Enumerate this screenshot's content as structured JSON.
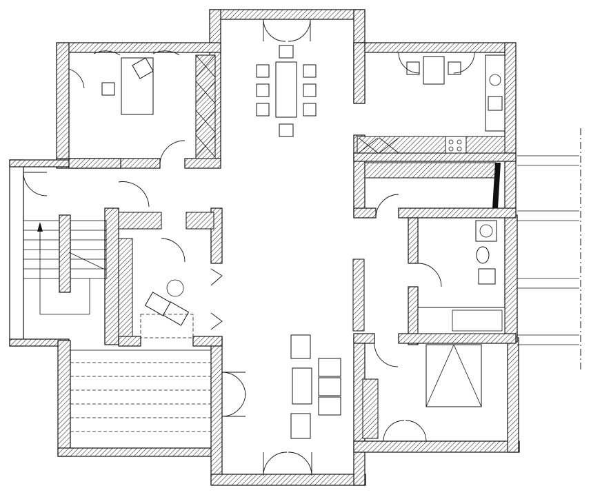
{
  "drawing": {
    "type": "architectural-floor-plan",
    "line_color": "#111111",
    "background": "#ffffff",
    "wall_fill": "diagonal-hatch"
  },
  "rooms": [
    {
      "id": "room-northwest",
      "kind": "bedroom-with-desk"
    },
    {
      "id": "room-hall-central",
      "kind": "dining-and-living-hall"
    },
    {
      "id": "room-northeast",
      "kind": "kitchen-with-breakfast-table"
    },
    {
      "id": "room-stair",
      "kind": "staircase"
    },
    {
      "id": "room-reading",
      "kind": "reading-room-with-lounge-chair"
    },
    {
      "id": "room-bath",
      "kind": "bathroom"
    },
    {
      "id": "room-southeast",
      "kind": "bedroom-with-bed"
    },
    {
      "id": "room-terrace",
      "kind": "covered-terrace"
    }
  ]
}
